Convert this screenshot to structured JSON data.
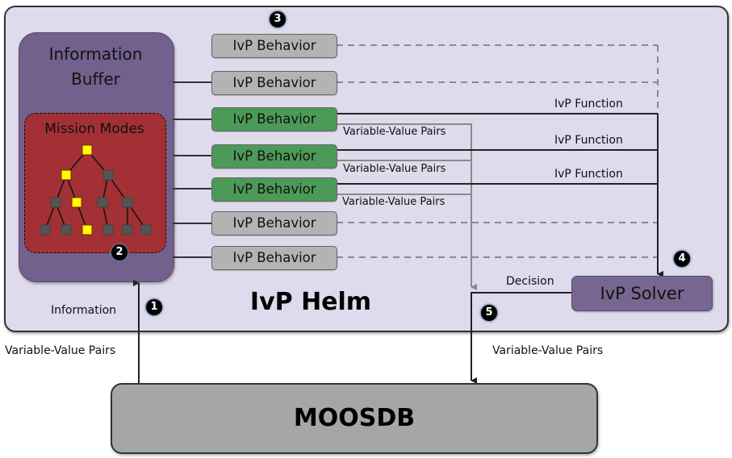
{
  "helm": {
    "title": "IvP Helm"
  },
  "info_buffer": {
    "title_line1": "Information",
    "title_line2": "Buffer"
  },
  "mission_modes": {
    "title": "Mission Modes",
    "tree_active_color": "#ffff00",
    "tree_inactive_color": "#555555",
    "nodes": [
      {
        "id": "root",
        "level": 0,
        "active": true
      },
      {
        "id": "a",
        "level": 1,
        "active": true,
        "parent": "root"
      },
      {
        "id": "b",
        "level": 1,
        "active": false,
        "parent": "root"
      },
      {
        "id": "a1",
        "level": 2,
        "active": false,
        "parent": "a"
      },
      {
        "id": "a2",
        "level": 2,
        "active": true,
        "parent": "a"
      },
      {
        "id": "b1",
        "level": 2,
        "active": false,
        "parent": "b"
      },
      {
        "id": "b2",
        "level": 2,
        "active": false,
        "parent": "b"
      },
      {
        "id": "a1x",
        "level": 3,
        "active": false,
        "parent": "a1"
      },
      {
        "id": "a1y",
        "level": 3,
        "active": false,
        "parent": "a1"
      },
      {
        "id": "a2x",
        "level": 3,
        "active": true,
        "parent": "a2"
      },
      {
        "id": "b1x",
        "level": 3,
        "active": false,
        "parent": "b1"
      },
      {
        "id": "b2x",
        "level": 3,
        "active": false,
        "parent": "b2"
      },
      {
        "id": "b2y",
        "level": 3,
        "active": false,
        "parent": "b2"
      }
    ]
  },
  "behaviors": [
    {
      "label": "IvP Behavior",
      "active": false
    },
    {
      "label": "IvP Behavior",
      "active": false
    },
    {
      "label": "IvP Behavior",
      "active": true
    },
    {
      "label": "IvP Behavior",
      "active": true
    },
    {
      "label": "IvP Behavior",
      "active": true
    },
    {
      "label": "IvP Behavior",
      "active": false
    },
    {
      "label": "IvP Behavior",
      "active": false
    }
  ],
  "labels": {
    "ivp_function": "IvP Function",
    "var_value_pairs": "Variable-Value Pairs",
    "decision": "Decision",
    "information": "Information"
  },
  "solver": {
    "label": "IvP Solver"
  },
  "moosdb": {
    "label": "MOOSDB"
  },
  "badges": [
    "1",
    "2",
    "3",
    "4",
    "5"
  ],
  "colors": {
    "frame_bg": "#dedbec",
    "info_buffer": "#72618c",
    "mission_modes": "#a23034",
    "behavior_active": "#4d9a58",
    "behavior_idle": "#b3b3b3",
    "solver": "#77668f",
    "moosdb": "#a6a6a6"
  }
}
